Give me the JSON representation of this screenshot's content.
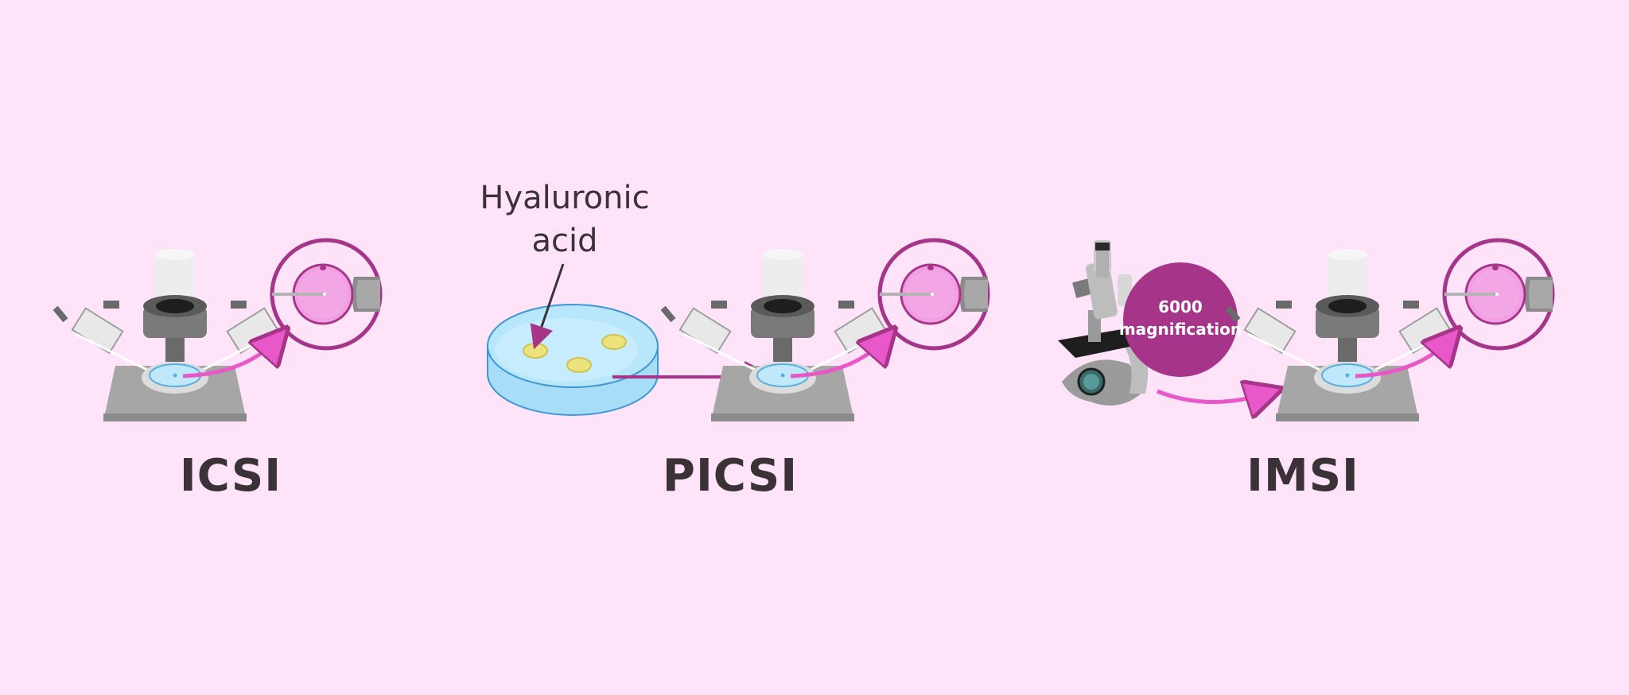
{
  "techniques": [
    {
      "label": "ICSI"
    },
    {
      "label": "PICSI"
    },
    {
      "label": "IMSI"
    }
  ],
  "annotations": {
    "hyaluronic_line1": "Hyaluronic",
    "hyaluronic_line2": "acid",
    "magnification_line1": "6000",
    "magnification_line2": "magnification"
  },
  "colors": {
    "background": "#ffe4f9",
    "accent": "#a6358a",
    "arrow": "#f06ad2",
    "text": "#3b3237"
  }
}
